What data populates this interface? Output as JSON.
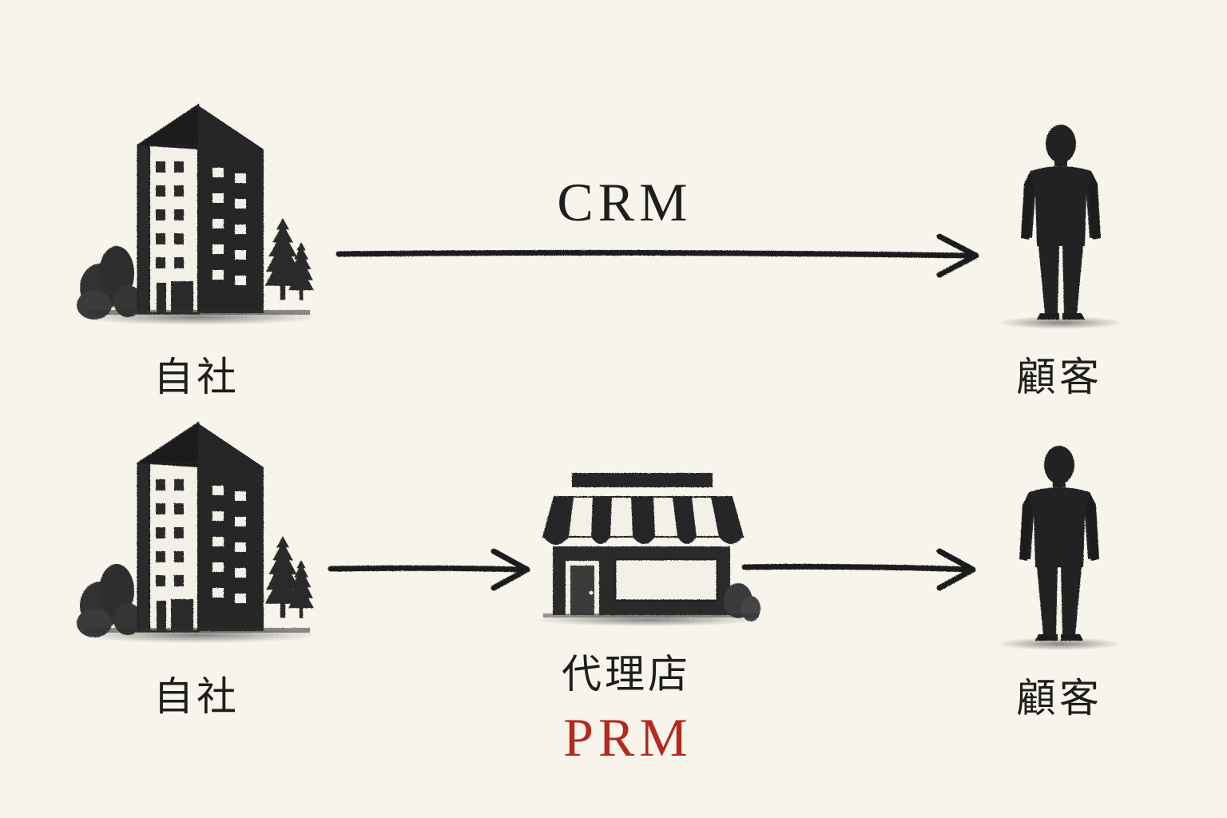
{
  "diagram": {
    "row_crm": {
      "source_label": "自社",
      "target_label": "顧客",
      "arrow_label": "CRM"
    },
    "row_prm": {
      "source_label": "自社",
      "middle_label": "代理店",
      "target_label": "顧客",
      "middle_caption": "PRM"
    }
  },
  "colors": {
    "background": "#f7f4ec",
    "ink": "#1e1e1e",
    "accent": "#b32a22"
  },
  "icons": {
    "company": "office-building-icon",
    "agency": "storefront-icon",
    "customer": "person-silhouette-icon"
  }
}
